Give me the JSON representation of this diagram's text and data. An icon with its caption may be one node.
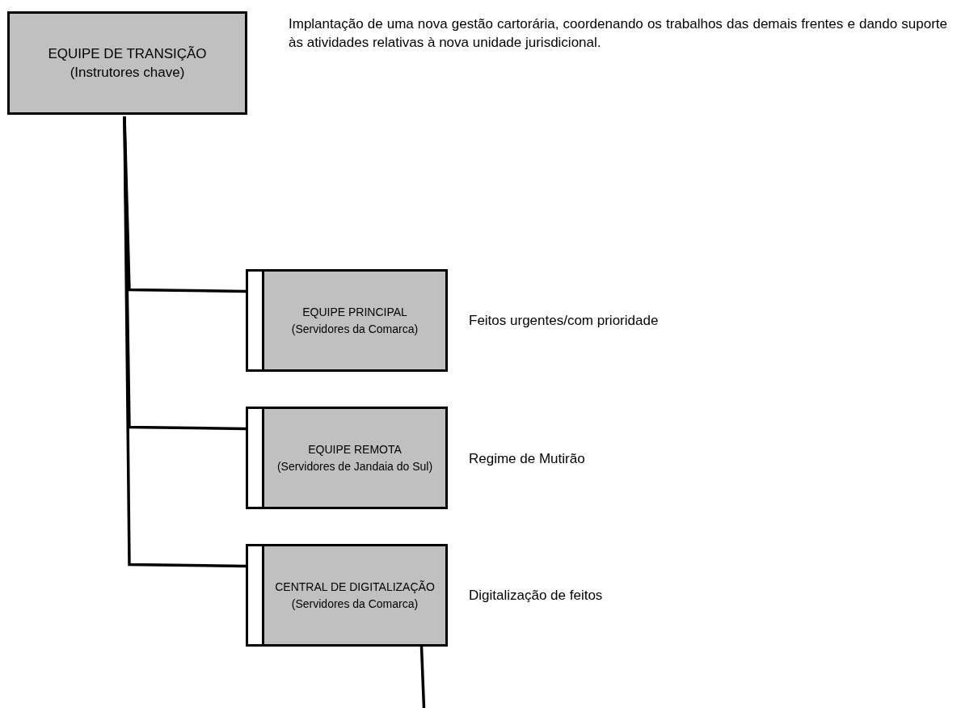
{
  "diagram": {
    "nodes": [
      {
        "text": [
          "EQUIPE DE TRANSIÇÃO",
          "(Instrutores chave)"
        ],
        "beside": [
          "Implantação de uma nova gestão cartorária, coordenando os trabalhos das demais frentes e dando suporte às atividades relativas à nova unidade jurisdicional."
        ]
      },
      {
        "text": [
          "EQUIPE PRINCIPAL",
          "(Servidores da Comarca)"
        ],
        "beside": [
          "Feitos urgentes/com prioridade"
        ]
      },
      {
        "text": [
          "EQUIPE REMOTA",
          "(Servidores de Jandaia do Sul)"
        ],
        "beside": [
          "Regime de Mutirão"
        ]
      },
      {
        "text": [
          "CENTRAL DE DIGITALIZAÇÃO",
          "(Servidores da Comarca)"
        ],
        "beside": [
          "Digitalização de feitos"
        ]
      }
    ],
    "edges": [
      {
        "from": 0,
        "to": 1,
        "arrow": "none"
      },
      {
        "from": 0,
        "to": 2,
        "arrow": "none"
      },
      {
        "from": 0,
        "to": 3,
        "arrow": "none"
      },
      {
        "from": 3,
        "to": null,
        "arrow": "none"
      }
    ]
  }
}
